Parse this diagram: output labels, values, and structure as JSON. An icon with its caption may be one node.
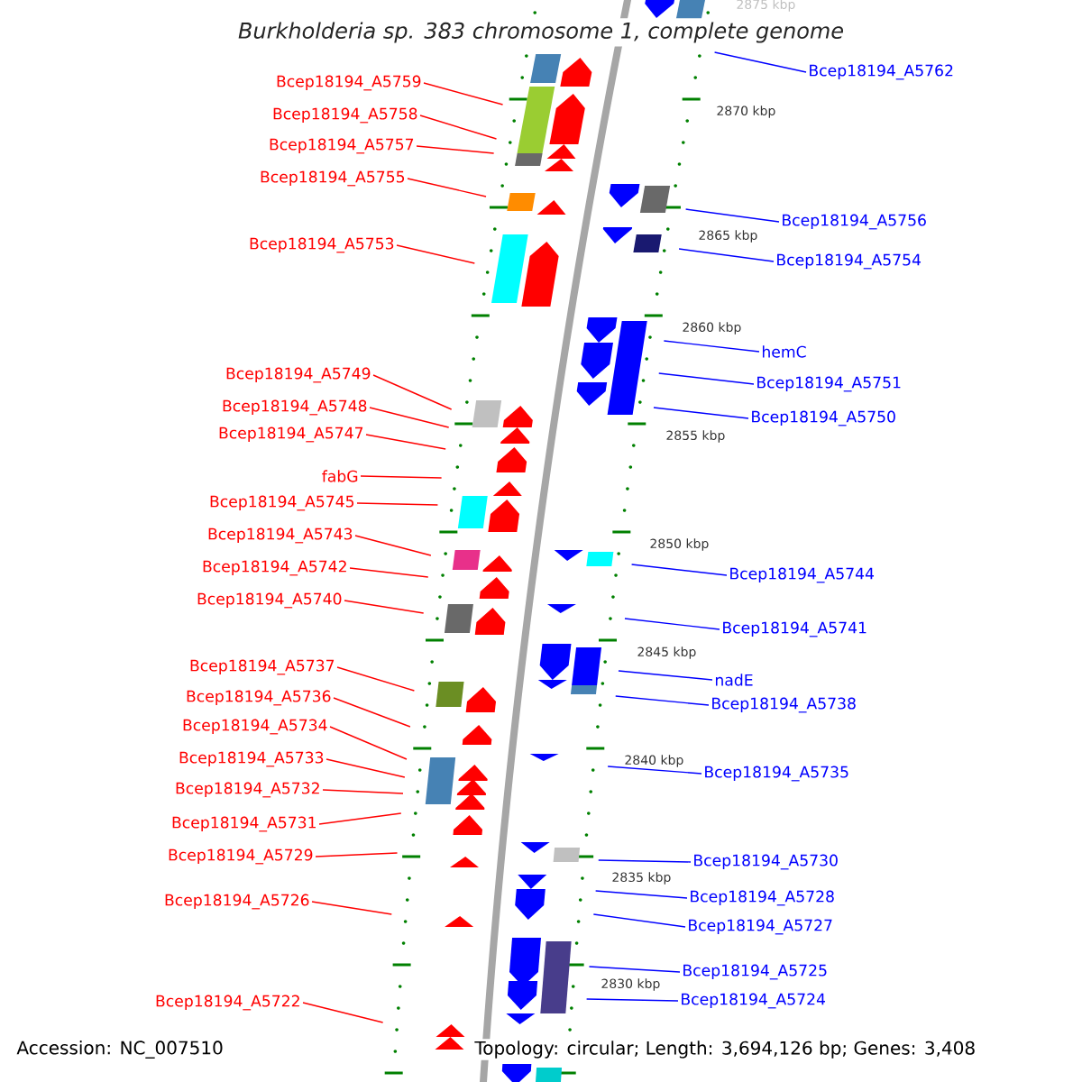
{
  "diagram": {
    "title": "Burkholderia sp. 383 chromosome 1, complete genome",
    "nodes": [
      {
        "text": [
          "Bcep18194_A5759"
        ]
      },
      {
        "text": [
          "Bcep18194_A5758"
        ]
      },
      {
        "text": [
          "Bcep18194_A5757"
        ]
      },
      {
        "text": [
          "Bcep18194_A5755"
        ]
      },
      {
        "text": [
          "Bcep18194_A5753"
        ]
      },
      {
        "text": [
          "Bcep18194_A5749"
        ]
      },
      {
        "text": [
          "Bcep18194_A5748"
        ]
      },
      {
        "text": [
          "Bcep18194_A5747"
        ]
      },
      {
        "text": [
          "fabG"
        ]
      },
      {
        "text": [
          "Bcep18194_A5745"
        ]
      },
      {
        "text": [
          "Bcep18194_A5743"
        ]
      },
      {
        "text": [
          "Bcep18194_A5742"
        ]
      },
      {
        "text": [
          "Bcep18194_A5740"
        ]
      },
      {
        "text": [
          "Bcep18194_A5737"
        ]
      },
      {
        "text": [
          "Bcep18194_A5736"
        ]
      },
      {
        "text": [
          "Bcep18194_A5734"
        ]
      },
      {
        "text": [
          "Bcep18194_A5733"
        ]
      },
      {
        "text": [
          "Bcep18194_A5732"
        ]
      },
      {
        "text": [
          "Bcep18194_A5731"
        ]
      },
      {
        "text": [
          "Bcep18194_A5729"
        ]
      },
      {
        "text": [
          "Bcep18194_A5726"
        ]
      },
      {
        "text": [
          "Bcep18194_A5722"
        ]
      },
      {
        "text": [
          "Bcep18194_A5762"
        ]
      },
      {
        "text": [
          "Bcep18194_A5756"
        ]
      },
      {
        "text": [
          "Bcep18194_A5754"
        ]
      },
      {
        "text": [
          "hemC"
        ]
      },
      {
        "text": [
          "Bcep18194_A5751"
        ]
      },
      {
        "text": [
          "Bcep18194_A5750"
        ]
      },
      {
        "text": [
          "Bcep18194_A5744"
        ]
      },
      {
        "text": [
          "Bcep18194_A5741"
        ]
      },
      {
        "text": [
          "nadE"
        ]
      },
      {
        "text": [
          "Bcep18194_A5738"
        ]
      },
      {
        "text": [
          "Bcep18194_A5735"
        ]
      },
      {
        "text": [
          "Bcep18194_A5730"
        ]
      },
      {
        "text": [
          "Bcep18194_A5728"
        ]
      },
      {
        "text": [
          "Bcep18194_A5727"
        ]
      },
      {
        "text": [
          "Bcep18194_A5725"
        ]
      },
      {
        "text": [
          "Bcep18194_A5724"
        ]
      }
    ],
    "edges": [
      {
        "from": 0,
        "to": null,
        "arrow": "none"
      },
      {
        "from": 1,
        "to": null,
        "arrow": "none"
      },
      {
        "from": 2,
        "to": null,
        "arrow": "none"
      },
      {
        "from": 3,
        "to": null,
        "arrow": "none"
      },
      {
        "from": 4,
        "to": null,
        "arrow": "none"
      },
      {
        "from": 5,
        "to": null,
        "arrow": "none"
      },
      {
        "from": 6,
        "to": null,
        "arrow": "none"
      },
      {
        "from": 7,
        "to": null,
        "arrow": "none"
      },
      {
        "from": 8,
        "to": null,
        "arrow": "none"
      },
      {
        "from": 9,
        "to": null,
        "arrow": "none"
      },
      {
        "from": 10,
        "to": null,
        "arrow": "none"
      },
      {
        "from": 11,
        "to": null,
        "arrow": "none"
      },
      {
        "from": 12,
        "to": null,
        "arrow": "none"
      },
      {
        "from": 13,
        "to": null,
        "arrow": "none"
      },
      {
        "from": 14,
        "to": null,
        "arrow": "none"
      },
      {
        "from": 15,
        "to": null,
        "arrow": "none"
      },
      {
        "from": 16,
        "to": null,
        "arrow": "none"
      },
      {
        "from": 17,
        "to": null,
        "arrow": "none"
      },
      {
        "from": 18,
        "to": null,
        "arrow": "none"
      },
      {
        "from": 19,
        "to": null,
        "arrow": "none"
      },
      {
        "from": 20,
        "to": null,
        "arrow": "none"
      },
      {
        "from": 21,
        "to": null,
        "arrow": "none"
      },
      {
        "from": 22,
        "to": null,
        "arrow": "none",
        "color": "#0000ff"
      },
      {
        "from": 23,
        "to": null,
        "arrow": "none",
        "color": "#0000ff"
      },
      {
        "from": 24,
        "to": null,
        "arrow": "none",
        "color": "#0000ff"
      },
      {
        "from": 25,
        "to": null,
        "arrow": "none",
        "color": "#0000ff"
      },
      {
        "from": 26,
        "to": null,
        "arrow": "none",
        "color": "#0000ff"
      },
      {
        "from": 27,
        "to": null,
        "arrow": "none",
        "color": "#0000ff"
      },
      {
        "from": 28,
        "to": null,
        "arrow": "none",
        "color": "#0000ff"
      },
      {
        "from": 29,
        "to": null,
        "arrow": "none",
        "color": "#0000ff"
      },
      {
        "from": 30,
        "to": null,
        "arrow": "none",
        "color": "#0000ff"
      },
      {
        "from": 31,
        "to": null,
        "arrow": "none",
        "color": "#0000ff"
      },
      {
        "from": 32,
        "to": null,
        "arrow": "none",
        "color": "#0000ff"
      },
      {
        "from": 33,
        "to": null,
        "arrow": "none",
        "color": "#0000ff"
      },
      {
        "from": 34,
        "to": null,
        "arrow": "none",
        "color": "#0000ff"
      },
      {
        "from": 35,
        "to": null,
        "arrow": "none",
        "color": "#0000ff"
      },
      {
        "from": 36,
        "to": null,
        "arrow": "none",
        "color": "#0000ff"
      },
      {
        "from": 37,
        "to": null,
        "arrow": "none",
        "color": "#0000ff"
      }
    ],
    "labels": [
      "2875 kbp",
      "2870 kbp",
      "2865 kbp",
      "2860 kbp",
      "2855 kbp",
      "2850 kbp",
      "2845 kbp",
      "2840 kbp",
      "2835 kbp",
      "2830 kbp",
      "Accession: NC_007510",
      "Topology: circular; Length: 3,694,126 bp; Genes: 3,408"
    ]
  }
}
